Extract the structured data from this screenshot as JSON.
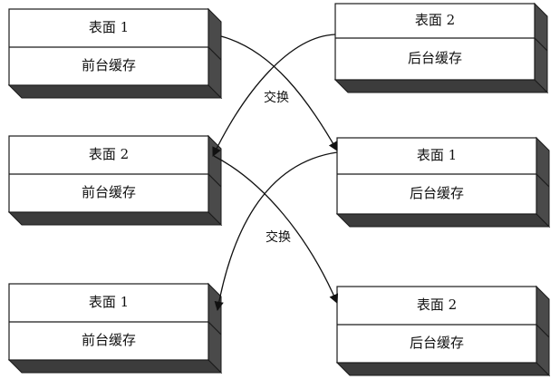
{
  "boxes": [
    {
      "top": "表面 1",
      "bottom": "前台缓存"
    },
    {
      "top": "表面 2",
      "bottom": "后台缓存"
    },
    {
      "top": "表面 2",
      "bottom": "前台缓存"
    },
    {
      "top": "表面 1",
      "bottom": "后台缓存"
    },
    {
      "top": "表面 1",
      "bottom": "前台缓存"
    },
    {
      "top": "表面 2",
      "bottom": "后台缓存"
    }
  ],
  "swap_labels": [
    "交换",
    "交换"
  ]
}
